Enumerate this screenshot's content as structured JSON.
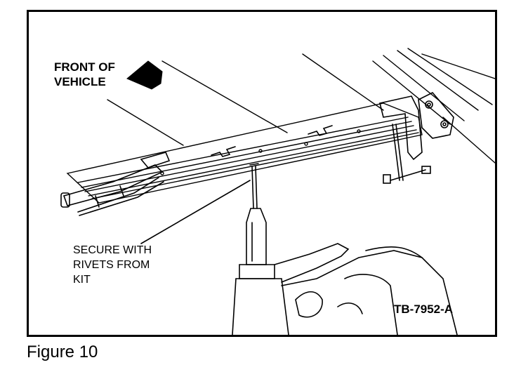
{
  "labels": {
    "front_line1": "FRONT OF",
    "front_line2": "VEHICLE",
    "callout_line1": "SECURE WITH",
    "callout_line2": "RIVETS FROM",
    "callout_line3": "KIT",
    "part_number": "TB-7952-A"
  },
  "caption": "Figure 10"
}
